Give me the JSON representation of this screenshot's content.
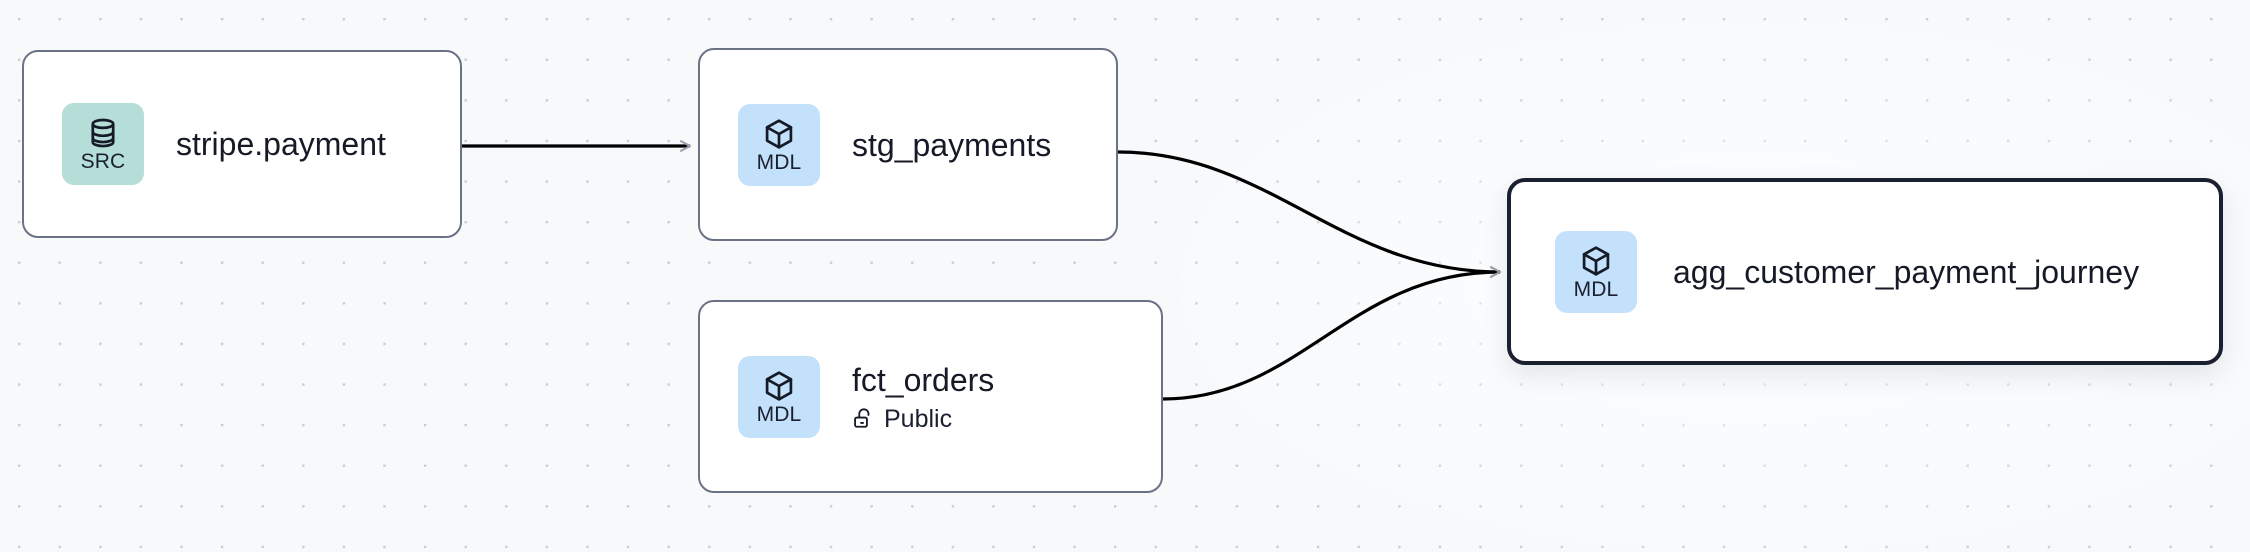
{
  "graph": {
    "background_color": "#f7f9fb",
    "dot_color": "#c9cdd6",
    "edge_color": "#000000",
    "arrowhead_color": "#9aa1ae"
  },
  "nodes": [
    {
      "id": "stripe-payment",
      "title": "stripe.payment",
      "badge_label": "SRC",
      "badge_icon": "database-icon",
      "badge_color": "#b5ded9",
      "selected": false,
      "subtitle": null
    },
    {
      "id": "stg-payments",
      "title": "stg_payments",
      "badge_label": "MDL",
      "badge_icon": "cube-icon",
      "badge_color": "#c3e1fa",
      "selected": false,
      "subtitle": null
    },
    {
      "id": "fct-orders",
      "title": "fct_orders",
      "badge_label": "MDL",
      "badge_icon": "cube-icon",
      "badge_color": "#c3e1fa",
      "selected": false,
      "subtitle": "Public",
      "subtitle_icon": "unlock-icon"
    },
    {
      "id": "agg-customer-payment-journey",
      "title": "agg_customer_payment_journey",
      "badge_label": "MDL",
      "badge_icon": "cube-icon",
      "badge_color": "#c3e1fa",
      "selected": true,
      "subtitle": null
    }
  ],
  "edges": [
    {
      "from": "stripe-payment",
      "to": "stg-payments",
      "style": "straight"
    },
    {
      "from": "stg-payments",
      "to": "agg-customer-payment-journey",
      "style": "bezier"
    },
    {
      "from": "fct-orders",
      "to": "agg-customer-payment-journey",
      "style": "bezier"
    }
  ]
}
